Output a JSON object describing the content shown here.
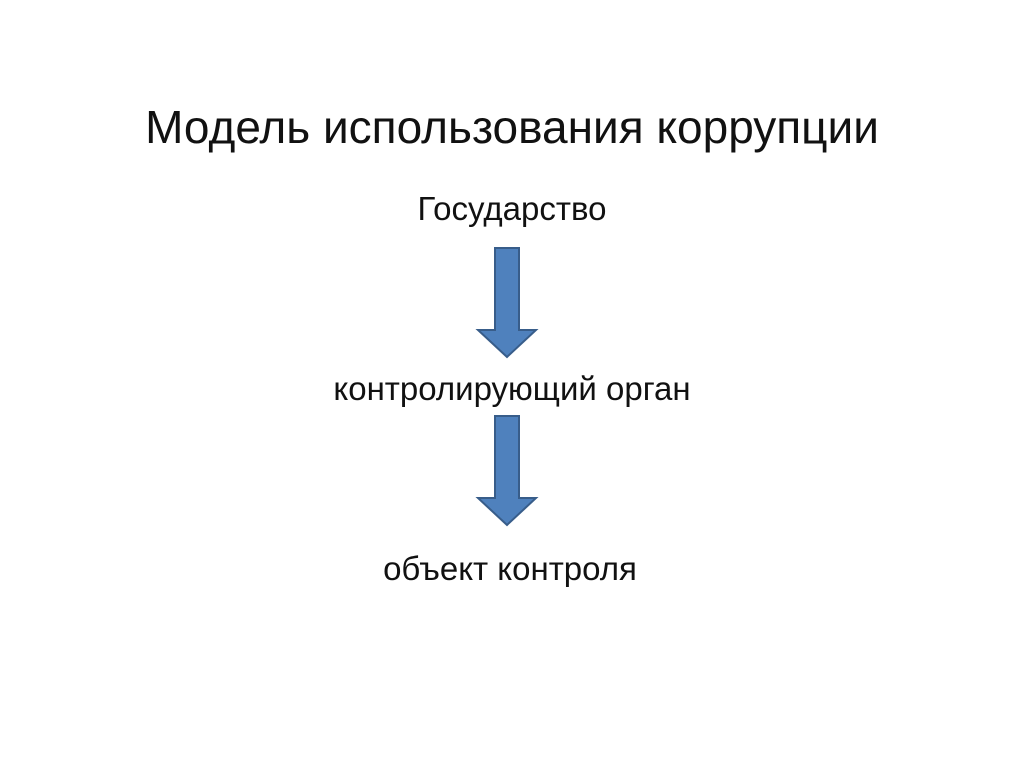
{
  "slide": {
    "title": "Модель использования коррупции",
    "nodes": [
      "Государство",
      "контролирующий орган",
      "объект контроля"
    ]
  },
  "colors": {
    "arrow_fill": "#4f81bd",
    "arrow_stroke": "#385d8a",
    "text": "#111111",
    "background": "#ffffff"
  }
}
